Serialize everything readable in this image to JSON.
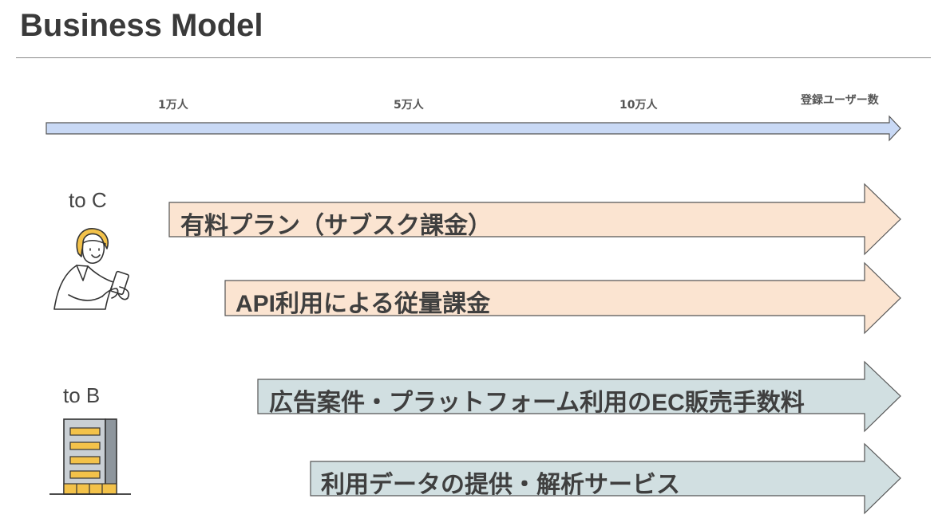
{
  "title": "Business Model",
  "axis": {
    "ticks": [
      "1万人",
      "5万人",
      "10万人"
    ],
    "name": "登録ユーザー数"
  },
  "segments": {
    "to_c": {
      "title": "to C",
      "items": [
        "有料プラン（サブスク課金）",
        "API利用による従量課金"
      ]
    },
    "to_b": {
      "title": "to B",
      "items": [
        "広告案件・プラットフォーム利用のEC販売手数料",
        "利用データの提供・解析サービス"
      ]
    }
  },
  "colors": {
    "axis_arrow": "#c9d9f5",
    "to_c_arrow": "#fbe4d1",
    "to_b_arrow": "#d1dfe1",
    "outline": "#555555"
  }
}
